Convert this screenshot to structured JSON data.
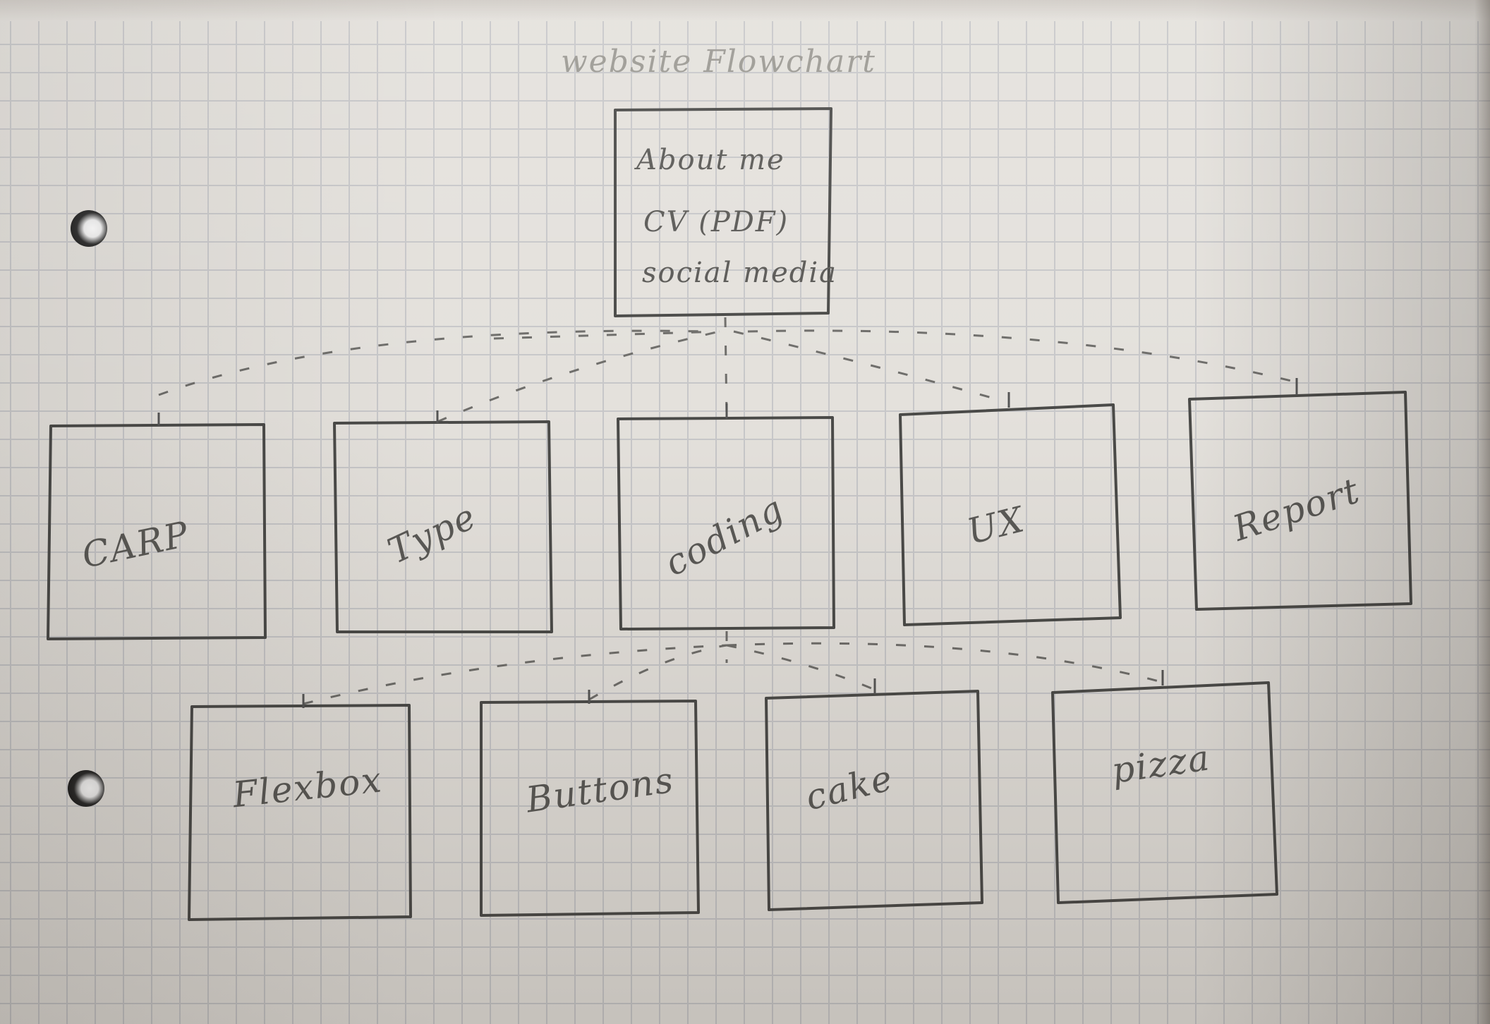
{
  "diagram": {
    "title": "website Flowchart",
    "root": {
      "lines": [
        "About me",
        "CV (PDF)",
        "social media"
      ]
    },
    "level1": [
      "CARP",
      "Type",
      "coding",
      "UX",
      "Report"
    ],
    "level2": [
      "Flexbox",
      "Buttons",
      "cake",
      "pizza"
    ]
  }
}
